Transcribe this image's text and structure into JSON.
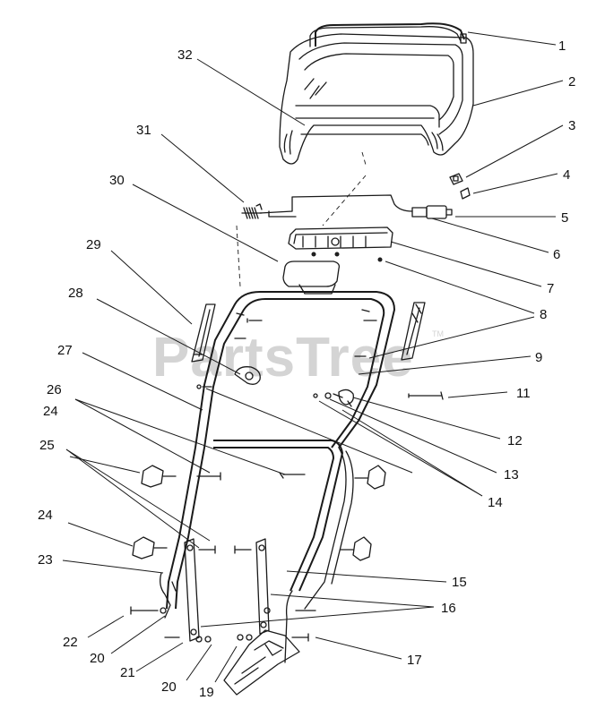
{
  "watermark": {
    "text": "PartsTree",
    "trademark": "TM"
  },
  "callouts": [
    {
      "label": "1"
    },
    {
      "label": "2"
    },
    {
      "label": "3"
    },
    {
      "label": "4"
    },
    {
      "label": "5"
    },
    {
      "label": "6"
    },
    {
      "label": "7"
    },
    {
      "label": "8"
    },
    {
      "label": "9"
    },
    {
      "label": "11"
    },
    {
      "label": "12"
    },
    {
      "label": "13"
    },
    {
      "label": "14"
    },
    {
      "label": "15"
    },
    {
      "label": "16"
    },
    {
      "label": "17"
    },
    {
      "label": "19"
    },
    {
      "label": "20"
    },
    {
      "label": "20"
    },
    {
      "label": "21"
    },
    {
      "label": "22"
    },
    {
      "label": "23"
    },
    {
      "label": "24"
    },
    {
      "label": "24"
    },
    {
      "label": "25"
    },
    {
      "label": "26"
    },
    {
      "label": "27"
    },
    {
      "label": "28"
    },
    {
      "label": "29"
    },
    {
      "label": "30"
    },
    {
      "label": "31"
    },
    {
      "label": "32"
    }
  ]
}
